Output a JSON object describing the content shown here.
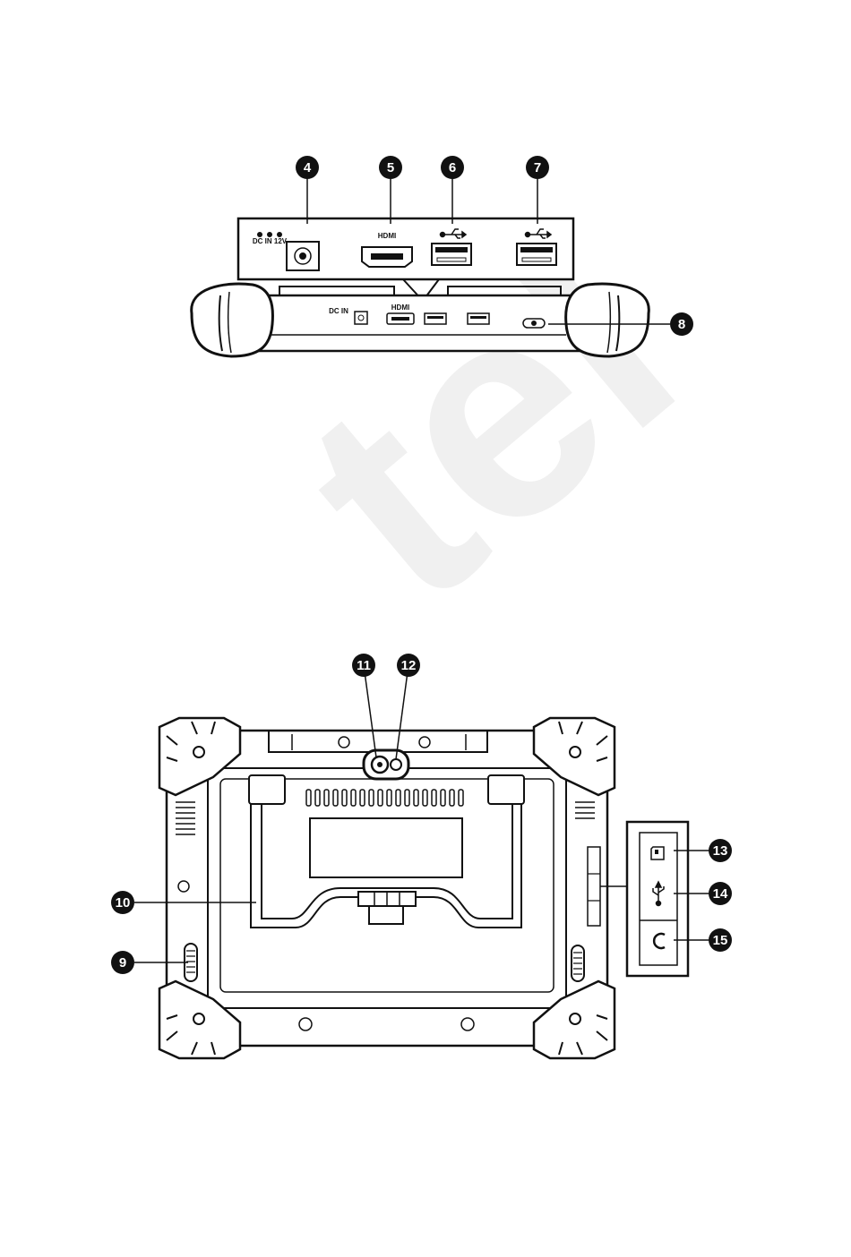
{
  "watermark": {
    "text": "tel"
  },
  "top_view": {
    "port_labels": {
      "dc_in": "DC IN 12V",
      "hdmi": "HDMI",
      "dc_small": "DC IN",
      "hdmi_small": "HDMI"
    },
    "callouts": [
      "4",
      "5",
      "6",
      "7",
      "8"
    ]
  },
  "back_view": {
    "callouts": [
      "9",
      "10",
      "11",
      "12",
      "13",
      "14",
      "15"
    ]
  },
  "colors": {
    "line": "#111111",
    "callout_fill": "#111111",
    "watermark": "#f0f0f0"
  }
}
